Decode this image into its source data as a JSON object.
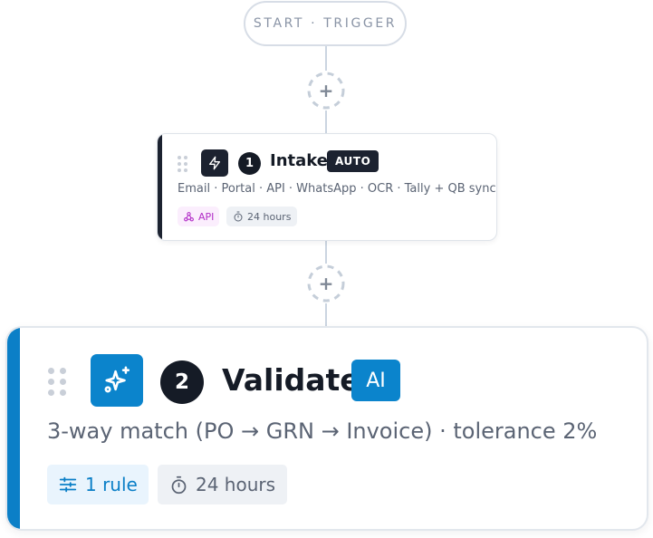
{
  "start": {
    "label": "START · TRIGGER"
  },
  "add_step": {
    "label": "+"
  },
  "steps": [
    {
      "number": "1",
      "title": "Intake",
      "mode": "AUTO",
      "icon": "lightning-icon",
      "description": "Email · Portal · API · WhatsApp · OCR · Tally + QB sync",
      "chips": [
        {
          "icon": "webhook-icon",
          "label": "API",
          "color": "#b22ec7"
        },
        {
          "icon": "timer-icon",
          "label": "24 hours",
          "color": "#5b6474"
        }
      ],
      "accent_color": "#1c2230"
    },
    {
      "number": "2",
      "title": "Validate",
      "mode": "AI",
      "icon": "sparkles-icon",
      "description": "3-way match (PO → GRN → Invoice) · tolerance 2%",
      "chips": [
        {
          "icon": "sliders-icon",
          "label": "1 rule",
          "color": "#0b7fc7"
        },
        {
          "icon": "timer-icon",
          "label": "24 hours",
          "color": "#5b6474"
        }
      ],
      "accent_color": "#0b7fc7"
    }
  ]
}
